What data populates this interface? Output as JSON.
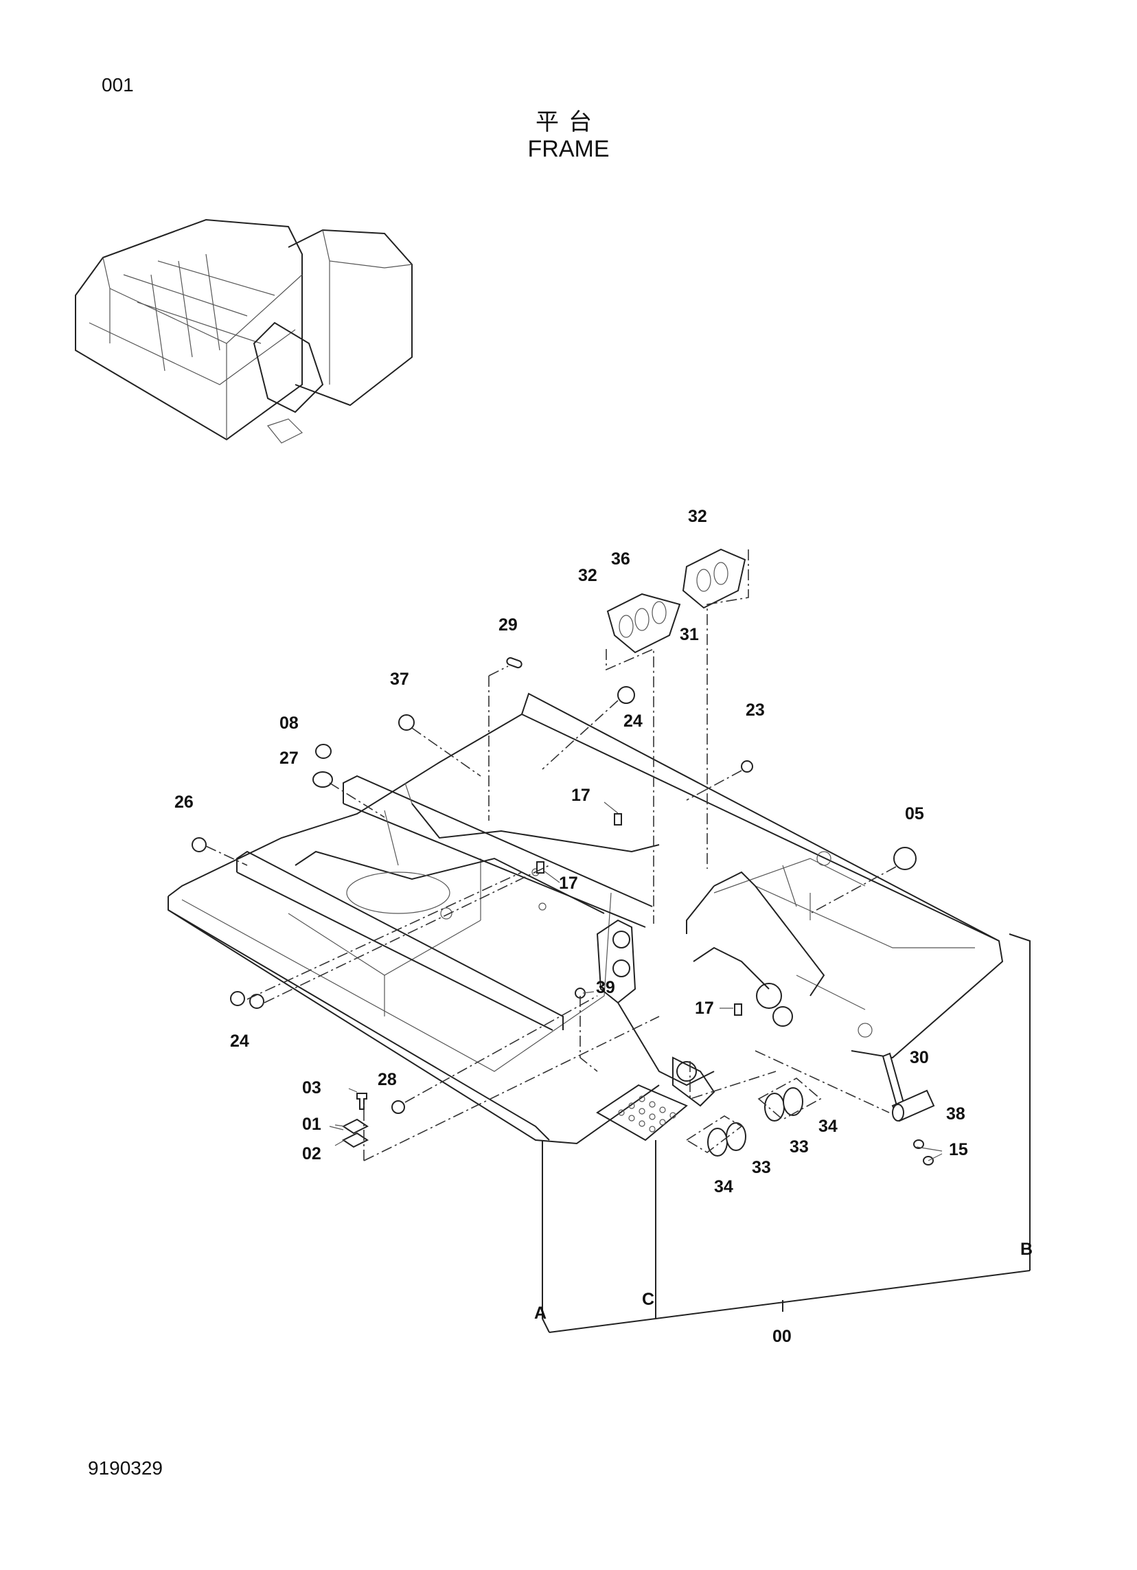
{
  "page": {
    "page_number": "001",
    "title_cn": "平台",
    "title_en": "FRAME",
    "doc_number": "9190329"
  },
  "callouts": {
    "c32a": "32",
    "c32b": "32",
    "c36": "36",
    "c31": "31",
    "c29": "29",
    "c37": "37",
    "c24a": "24",
    "c23": "23",
    "c08": "08",
    "c27": "27",
    "c17a": "17",
    "c26": "26",
    "c05": "05",
    "c17b": "17",
    "c39": "39",
    "c17c": "17",
    "c24b": "24",
    "c30": "30",
    "c03": "03",
    "c28": "28",
    "c38": "38",
    "c01": "01",
    "c34a": "34",
    "c33a": "33",
    "c02": "02",
    "c15": "15",
    "c33b": "33",
    "c34b": "34",
    "cB": "B",
    "cA": "A",
    "cC": "C",
    "c00": "00"
  },
  "colors": {
    "line": "#222222",
    "background": "#ffffff"
  }
}
